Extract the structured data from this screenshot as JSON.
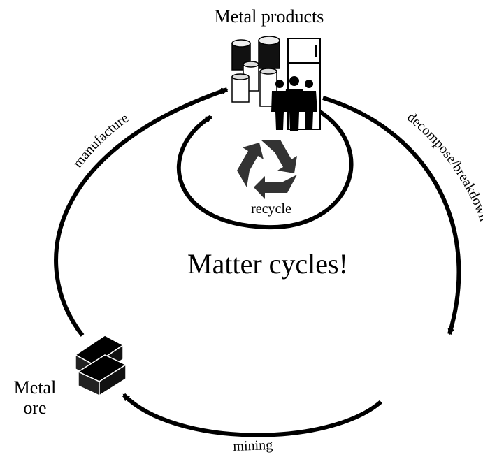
{
  "diagram": {
    "center_text": "Matter cycles!",
    "nodes": {
      "products": "Metal products",
      "ore_line1": "Metal",
      "ore_line2": "ore"
    },
    "edges": {
      "manufacture": "manufacture",
      "decompose": "decompose/breakdown",
      "mining": "mining",
      "recycle": "recycle"
    },
    "icons": [
      "metal-products-icon",
      "people-silhouette-icon",
      "refrigerator-icon",
      "recycle-icon",
      "metal-ingots-icon"
    ]
  }
}
